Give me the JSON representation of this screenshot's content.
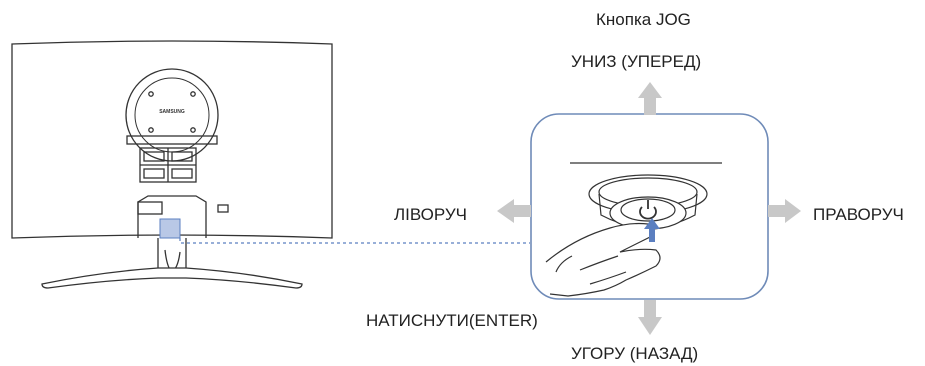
{
  "labels": {
    "jog_button": "Кнопка JOG",
    "down_forward": "УНИЗ (УПЕРЕД)",
    "left": "ЛІВОРУЧ",
    "right": "ПРАВОРУЧ",
    "press_enter": "НАТИСНУТИ(ENTER)",
    "up_back": "УГОРУ (НАЗАД)",
    "brand": "SAMSUNG"
  },
  "icons": {
    "arrow_up": "arrow-up-icon",
    "arrow_down": "arrow-down-icon",
    "arrow_left": "arrow-left-icon",
    "arrow_right": "arrow-right-icon",
    "power": "power-icon"
  },
  "colors": {
    "arrow": "#c8c8c8",
    "zoom_frame": "#6f8bb8",
    "callout_line": "#5b7fc0",
    "highlight": "#b9c8e6",
    "line": "#333333"
  }
}
